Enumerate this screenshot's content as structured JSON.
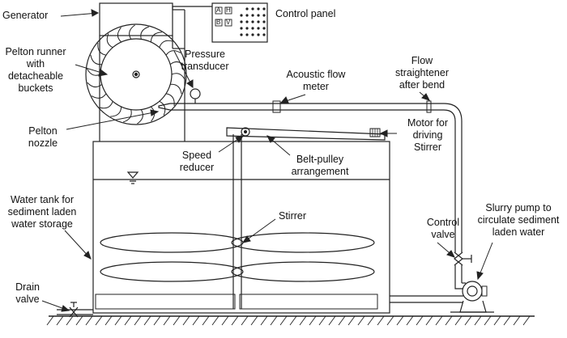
{
  "labels": {
    "generator": "Generator",
    "control_panel": "Control panel",
    "pelton_runner": [
      "Pelton runner",
      "with",
      "detacheable",
      "buckets"
    ],
    "pressure_transducer": [
      "Pressure",
      "transducer"
    ],
    "acoustic_flow_meter": [
      "Acoustic flow",
      "meter"
    ],
    "flow_straightener": [
      "Flow",
      "straightener",
      "after bend"
    ],
    "pelton_nozzle": [
      "Pelton",
      "nozzle"
    ],
    "motor": [
      "Motor for",
      "driving",
      "Stirrer"
    ],
    "speed_reducer": [
      "Speed",
      "reducer"
    ],
    "belt_pulley": [
      "Belt-pulley",
      "arrangement"
    ],
    "water_tank": [
      "Water tank for",
      "sediment laden",
      "water storage"
    ],
    "stirrer": "Stirrer",
    "control_valve": [
      "Control",
      "valve"
    ],
    "slurry_pump": [
      "Slurry pump to",
      "circulate sediment",
      "laden water"
    ],
    "drain_valve": [
      "Drain",
      "valve"
    ]
  },
  "panel": {
    "buttons": [
      "A",
      "H",
      "B",
      "V"
    ]
  },
  "colors": {
    "line": "#222222",
    "background": "#ffffff"
  }
}
